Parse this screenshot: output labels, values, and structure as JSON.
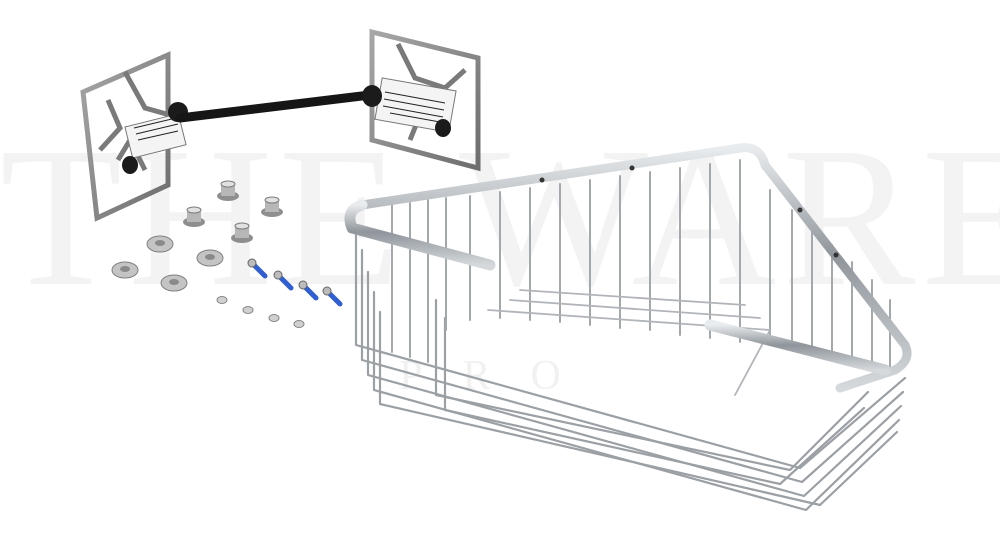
{
  "watermark": {
    "main": "THE WARE",
    "sub": "PRO"
  },
  "product": {
    "name": "corner-wire-basket",
    "parts": [
      "wall-bracket-left",
      "wall-bracket-right",
      "connecting-rod",
      "fixing-kit"
    ]
  },
  "colors": {
    "chrome": "#9aa0a6",
    "bracket": "#7c7c7c",
    "rod": "#1c1c1c",
    "screw-blue": "#2f5fd0"
  }
}
